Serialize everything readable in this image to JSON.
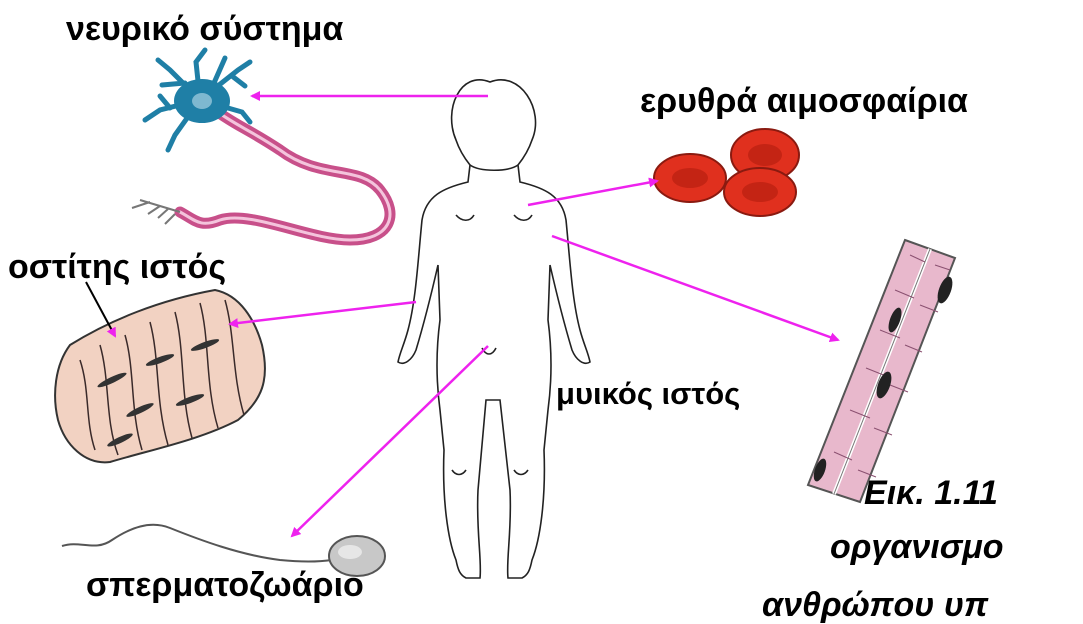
{
  "labels": {
    "nervous_system": "νευρικό σύστημα",
    "red_blood_cells": "ερυθρά αιμοσφαίρια",
    "bone_tissue": "οστίτης ιστός",
    "muscle_tissue": "μυικός ιστός",
    "sperm": "σπερματοζωάριο"
  },
  "caption": {
    "line1": "Εικ. 1.11",
    "line2": "οργανισμο",
    "line3": "ανθρώπου υπ"
  },
  "colors": {
    "arrow": "#ee22ee",
    "neuron_body": "#1f7fa6",
    "axon": "#c8508a",
    "rbc": "#e0301e",
    "muscle": "#e8b8cc",
    "bone": "#f2d2c2"
  }
}
